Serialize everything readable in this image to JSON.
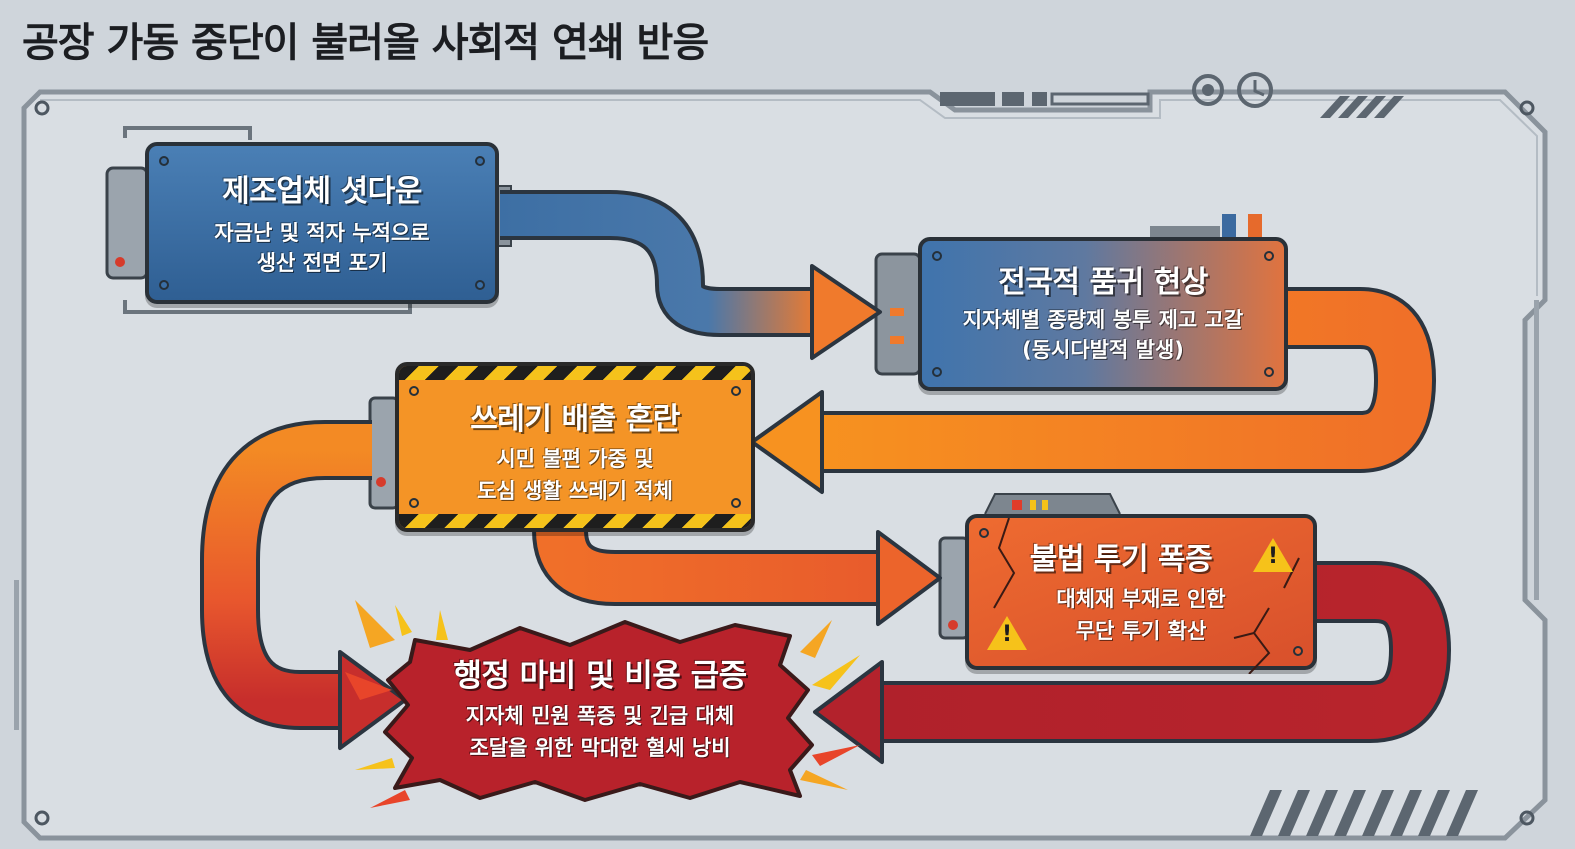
{
  "title": "공장 가동 중단이 불러올 사회적 연쇄 반응",
  "nodes": [
    {
      "heading": "제조업체 셧다운",
      "desc_line1": "자금난 및 적자 누적으로",
      "desc_line2": "생산 전면 포기",
      "color": "#3a6ea5"
    },
    {
      "heading": "전국적 품귀 현상",
      "desc_line1": "지자체별 종량제 봉투 제고 고갈",
      "desc_line2": "(동시다발적 발생)",
      "color": "#e0733f"
    },
    {
      "heading": "쓰레기 배출 혼란",
      "desc_line1": "시민 불편 가중 및",
      "desc_line2": "도심 생활 쓰레기 적체",
      "color": "#f49426"
    },
    {
      "heading": "불법 투기 폭증",
      "desc_line1": "대체재 부재로 인한",
      "desc_line2": "무단 투기 확산",
      "color": "#e65f2d"
    },
    {
      "heading": "행정 마비 및 비용 급증",
      "desc_line1": "지자체 민원 폭증 및 긴급 대체",
      "desc_line2": "조달을 위한 막대한 혈세 낭비",
      "color": "#b3222c"
    }
  ],
  "icons": {
    "warning_symbol": "!",
    "gauge_icon": "gauge-icon",
    "clock_icon": "clock-icon"
  }
}
